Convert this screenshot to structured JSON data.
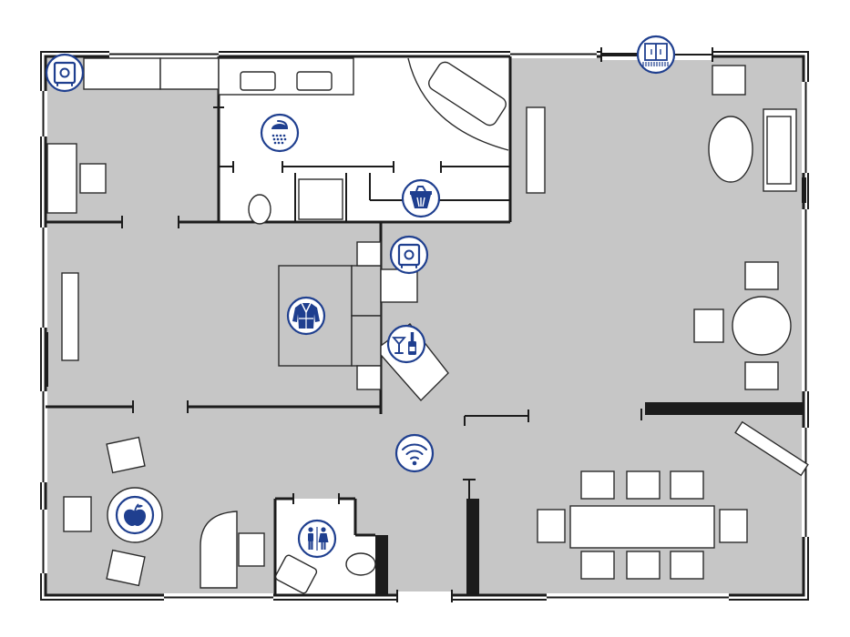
{
  "plan": {
    "icons": [
      {
        "id": "safe-top",
        "symbol": "safe"
      },
      {
        "id": "shower",
        "symbol": "shower"
      },
      {
        "id": "ice-bucket",
        "symbol": "ice-bucket"
      },
      {
        "id": "safe-mid",
        "symbol": "safe"
      },
      {
        "id": "bathrobe",
        "symbol": "bathrobe"
      },
      {
        "id": "minibar",
        "symbol": "cocktail-and-bottle"
      },
      {
        "id": "wifi",
        "symbol": "wifi"
      },
      {
        "id": "fruit",
        "symbol": "apple"
      },
      {
        "id": "toilets",
        "symbol": "man-woman"
      },
      {
        "id": "balcony-door",
        "symbol": "sliding-door"
      }
    ],
    "colors": {
      "accent": "#1f3f8f",
      "floor": "#c6c6c6",
      "wall": "#1c1c1c",
      "furniture": "#ffffff"
    }
  }
}
